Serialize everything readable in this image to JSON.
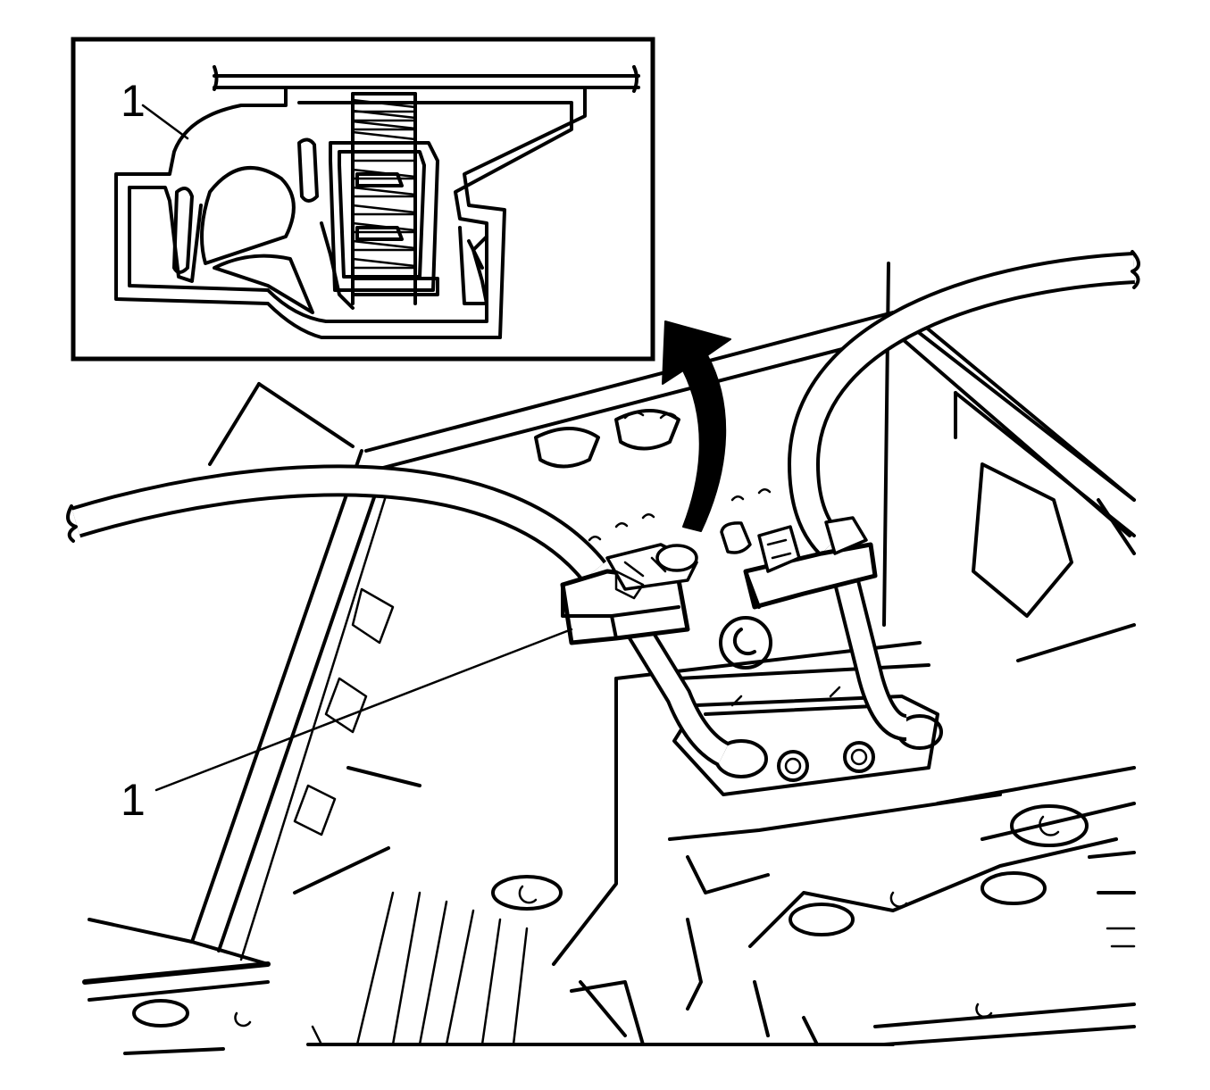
{
  "callouts": [
    {
      "id": "inset",
      "label": "1"
    },
    {
      "id": "main",
      "label": "1"
    }
  ],
  "colors": {
    "line": "#000000",
    "background": "#ffffff"
  }
}
